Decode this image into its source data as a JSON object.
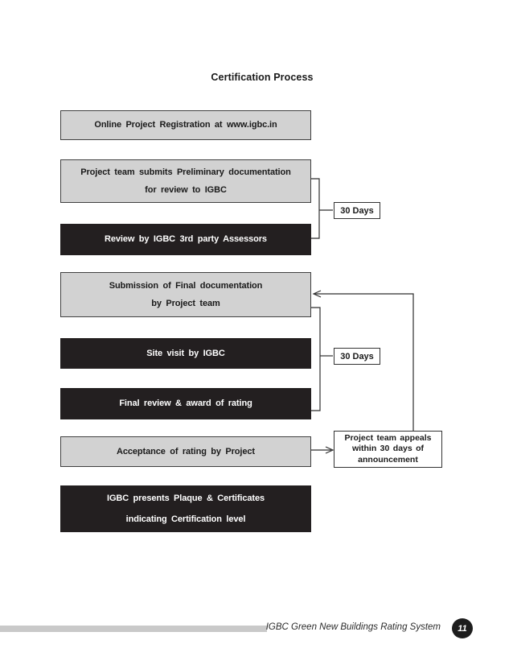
{
  "page": {
    "title": "Certification Process"
  },
  "flowchart": {
    "boxes": [
      {
        "id": "online-registration",
        "variant": "gray",
        "lines": [
          "Online Project Registration at www.igbc.in"
        ]
      },
      {
        "id": "preliminary-submission",
        "variant": "gray",
        "lines": [
          "Project team submits Preliminary documentation",
          "for review to IGBC"
        ]
      },
      {
        "id": "igbc-review",
        "variant": "black",
        "lines": [
          "Review by IGBC 3rd party Assessors"
        ]
      },
      {
        "id": "final-submission",
        "variant": "gray",
        "lines": [
          "Submission of Final documentation",
          "by Project team"
        ]
      },
      {
        "id": "site-visit",
        "variant": "black",
        "lines": [
          "Site visit by IGBC"
        ]
      },
      {
        "id": "final-review",
        "variant": "black",
        "lines": [
          "Final review & award of rating"
        ]
      },
      {
        "id": "acceptance",
        "variant": "gray",
        "lines": [
          "Acceptance of rating by Project"
        ]
      },
      {
        "id": "plaque-certificates",
        "variant": "black",
        "lines": [
          "IGBC presents Plaque & Certificates",
          "indicating Certification level"
        ]
      }
    ],
    "duration_labels": [
      {
        "label": "30 Days"
      },
      {
        "label": "30 Days"
      }
    ],
    "appeal_box": {
      "lines": [
        "Project team appeals",
        "within 30 days of",
        "announcement"
      ]
    }
  },
  "footer": {
    "text": "IGBC Green New Buildings Rating System",
    "page_number": "11"
  },
  "colors": {
    "box-gray": "#d2d2d2",
    "box-black": "#231f20",
    "line": "#2e2e2e",
    "footer-bar": "#c9c9c9"
  }
}
